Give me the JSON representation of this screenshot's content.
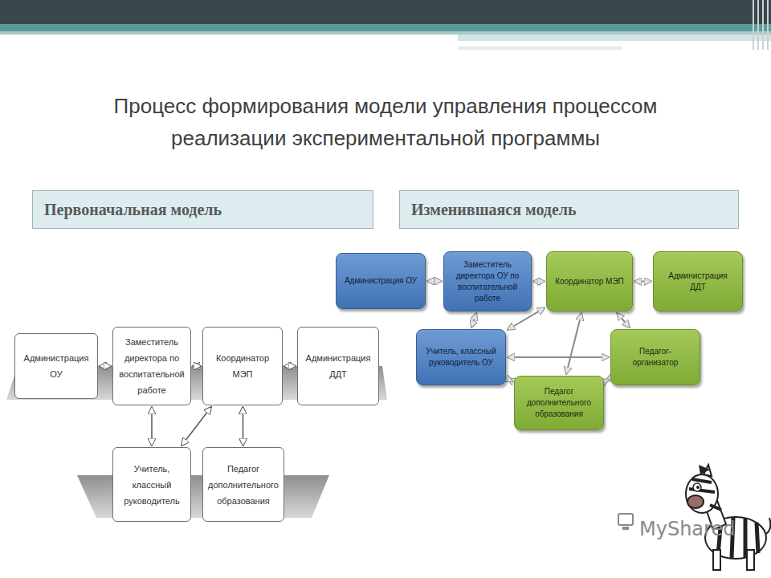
{
  "diagram": {
    "title": "Процесс формирования модели управления процессом реализации экспериментальной программы",
    "nodes": [
      {
        "text": [
          "Первоначальная модель"
        ]
      },
      {
        "text": [
          "Изменившаяся модель"
        ]
      },
      {
        "text": [
          "Администрация ОУ"
        ]
      },
      {
        "text": [
          "Заместитель директора по воспитательной работе"
        ]
      },
      {
        "text": [
          "Координатор МЭП"
        ]
      },
      {
        "text": [
          "Администрация ДДТ"
        ]
      },
      {
        "text": [
          "Учитель, классный руководитель"
        ]
      },
      {
        "text": [
          "Педагог дополнительного образования"
        ]
      },
      {
        "text": [
          "Администрация ОУ"
        ]
      },
      {
        "text": [
          "Заместитель директора ОУ по воспитательной работе"
        ]
      },
      {
        "text": [
          "Координатор МЭП"
        ]
      },
      {
        "text": [
          "Администрация ДДТ"
        ]
      },
      {
        "text": [
          "Учитель, классный руководитель ОУ"
        ]
      },
      {
        "text": [
          "Педагог-организатор"
        ]
      },
      {
        "text": [
          "Педагог дополнительного образования"
        ]
      }
    ],
    "edges": [
      {
        "from": 2,
        "to": 3,
        "arrow": "both"
      },
      {
        "from": 3,
        "to": 4,
        "arrow": "both"
      },
      {
        "from": 4,
        "to": 5,
        "arrow": "both"
      },
      {
        "from": 3,
        "to": 6,
        "arrow": "both"
      },
      {
        "from": 6,
        "to": 4,
        "arrow": "both"
      },
      {
        "from": 4,
        "to": 7,
        "arrow": "both"
      },
      {
        "from": 8,
        "to": 9,
        "arrow": "both"
      },
      {
        "from": 9,
        "to": 10,
        "arrow": "both"
      },
      {
        "from": 10,
        "to": 11,
        "arrow": "both"
      },
      {
        "from": 9,
        "to": 12,
        "arrow": "both"
      },
      {
        "from": 12,
        "to": 10,
        "arrow": "both"
      },
      {
        "from": 10,
        "to": 13,
        "arrow": "both"
      },
      {
        "from": 12,
        "to": 13,
        "arrow": "both"
      },
      {
        "from": 12,
        "to": 14,
        "arrow": "both"
      },
      {
        "from": 14,
        "to": 13,
        "arrow": "both"
      },
      {
        "from": 14,
        "to": 10,
        "arrow": "both"
      }
    ],
    "labels": [
      "MyShared"
    ]
  }
}
